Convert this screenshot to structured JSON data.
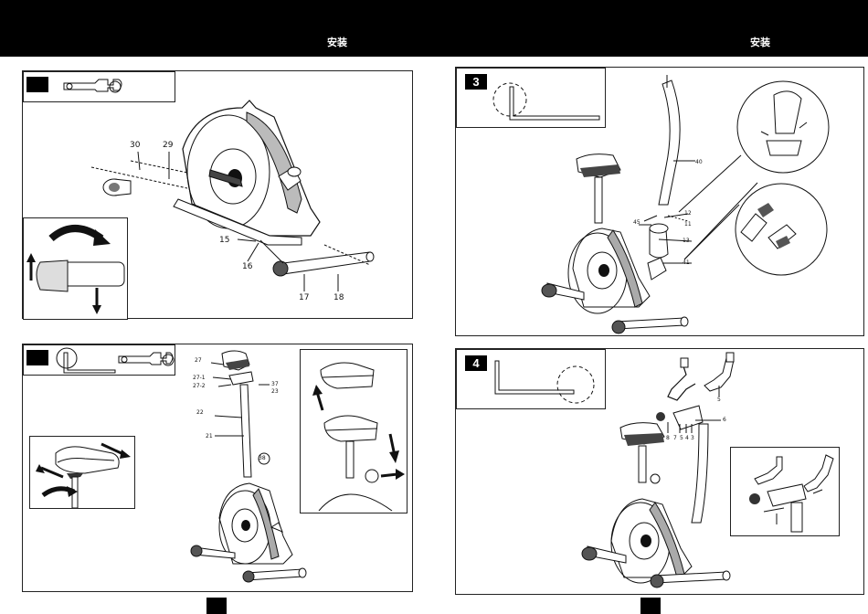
{
  "header": {
    "left_title": "安装",
    "right_title": "安装"
  },
  "step1": {
    "step_number": "",
    "labels": {
      "a": "30",
      "b": "29",
      "c": "15",
      "d": "16",
      "e": "17",
      "f": "18"
    }
  },
  "step2": {
    "step_number": "",
    "labels": {
      "a": "27",
      "b": "27-1",
      "c": "27-2",
      "d": "37",
      "e": "23",
      "f": "22",
      "g": "21",
      "h": "38"
    }
  },
  "step3": {
    "step_number": "3",
    "labels": {
      "a": "40",
      "b": "12",
      "c": "45",
      "d": "11",
      "e": "13",
      "f": "41"
    }
  },
  "step4": {
    "step_number": "4",
    "labels": {
      "a": "5",
      "b": "6",
      "c": "8",
      "d": "7",
      "e": "5",
      "f": "4",
      "g": "3"
    }
  },
  "colors": {
    "ink": "#111111",
    "background": "#ffffff",
    "bar": "#000000"
  }
}
